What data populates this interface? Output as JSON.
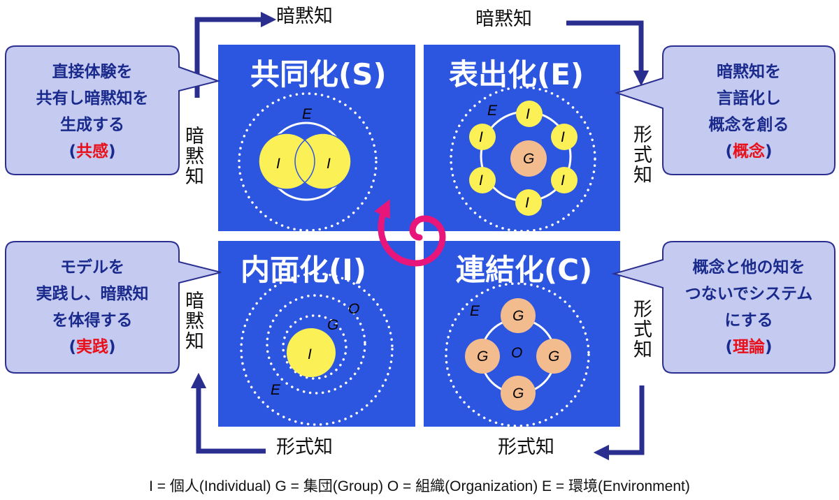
{
  "axis_labels": {
    "top_left": "暗黙知",
    "top_right": "暗黙知",
    "bottom_left": "形式知",
    "bottom_right": "形式知",
    "left_top": "暗黙知",
    "left_bottom": "暗黙知",
    "right_top": "形式知",
    "right_bottom": "形式知"
  },
  "quadrants": {
    "s": {
      "title": "共同化(S)",
      "env_label": "E",
      "person": "I"
    },
    "e": {
      "title": "表出化(E)",
      "env_label": "E",
      "person": "I",
      "group": "G"
    },
    "i": {
      "title": "内面化(I)",
      "env_label": "E",
      "group_label": "G",
      "org_label": "O",
      "person": "I"
    },
    "c": {
      "title": "連結化(C)",
      "env_label": "E",
      "org_label": "O",
      "group": "G"
    }
  },
  "callouts": {
    "s": {
      "lines": [
        "直接体験を",
        "共有し暗黙知を",
        "生成する"
      ],
      "keyword": "共感"
    },
    "e": {
      "lines": [
        "暗黙知を",
        "言語化し",
        "概念を創る"
      ],
      "keyword": "概念"
    },
    "i": {
      "lines": [
        "モデルを",
        "実践し、暗黙知",
        "を体得する"
      ],
      "keyword": "実践"
    },
    "c": {
      "lines": [
        "概念と他の知を",
        "つないでシステム",
        "にする"
      ],
      "keyword": "理論"
    }
  },
  "legend": "I = 個人(Individual)  G = 集団(Group)  O = 組織(Organization)  E = 環境(Environment)",
  "colors": {
    "quadrant_bg": "#2c55e0",
    "arrow": "#2a2f8f",
    "callout_fill": "#c5cbf0",
    "callout_border": "#2a2f8f",
    "callout_text": "#1a2a8c",
    "keyword": "#e8101b",
    "person_fill": "#fbf055",
    "group_fill": "#f3bc8e",
    "spiral": "#e8167a"
  },
  "icons": {
    "spiral": "spiral-arrow-icon"
  }
}
